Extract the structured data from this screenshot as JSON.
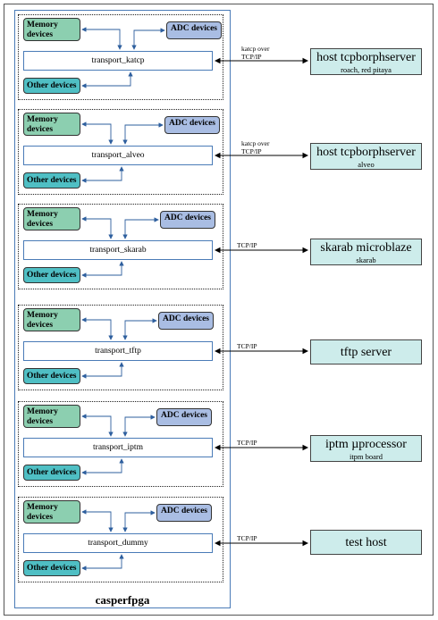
{
  "title": "casperfpga",
  "labels": {
    "memory": "Memory devices",
    "adc": "ADC devices",
    "other": "Other devices"
  },
  "groups": [
    {
      "transport": "transport_katcp",
      "protocol": "katcp over TCP/IP",
      "host": "host tcpborphserver",
      "host_sub": "roach, red pitaya"
    },
    {
      "transport": "transport_alveo",
      "protocol": "katcp over TCP/IP",
      "host": "host tcpborphserver",
      "host_sub": "alveo"
    },
    {
      "transport": "transport_skarab",
      "protocol": "TCP/IP",
      "host": "skarab microblaze",
      "host_sub": "skarab"
    },
    {
      "transport": "transport_tftp",
      "protocol": "TCP/IP",
      "host": "tftp server",
      "host_sub": ""
    },
    {
      "transport": "transport_iptm",
      "protocol": "TCP/IP",
      "host": "iptm µprocessor",
      "host_sub": "itpm board"
    },
    {
      "transport": "transport_dummy",
      "protocol": "TCP/IP",
      "host": "test host",
      "host_sub": ""
    }
  ]
}
